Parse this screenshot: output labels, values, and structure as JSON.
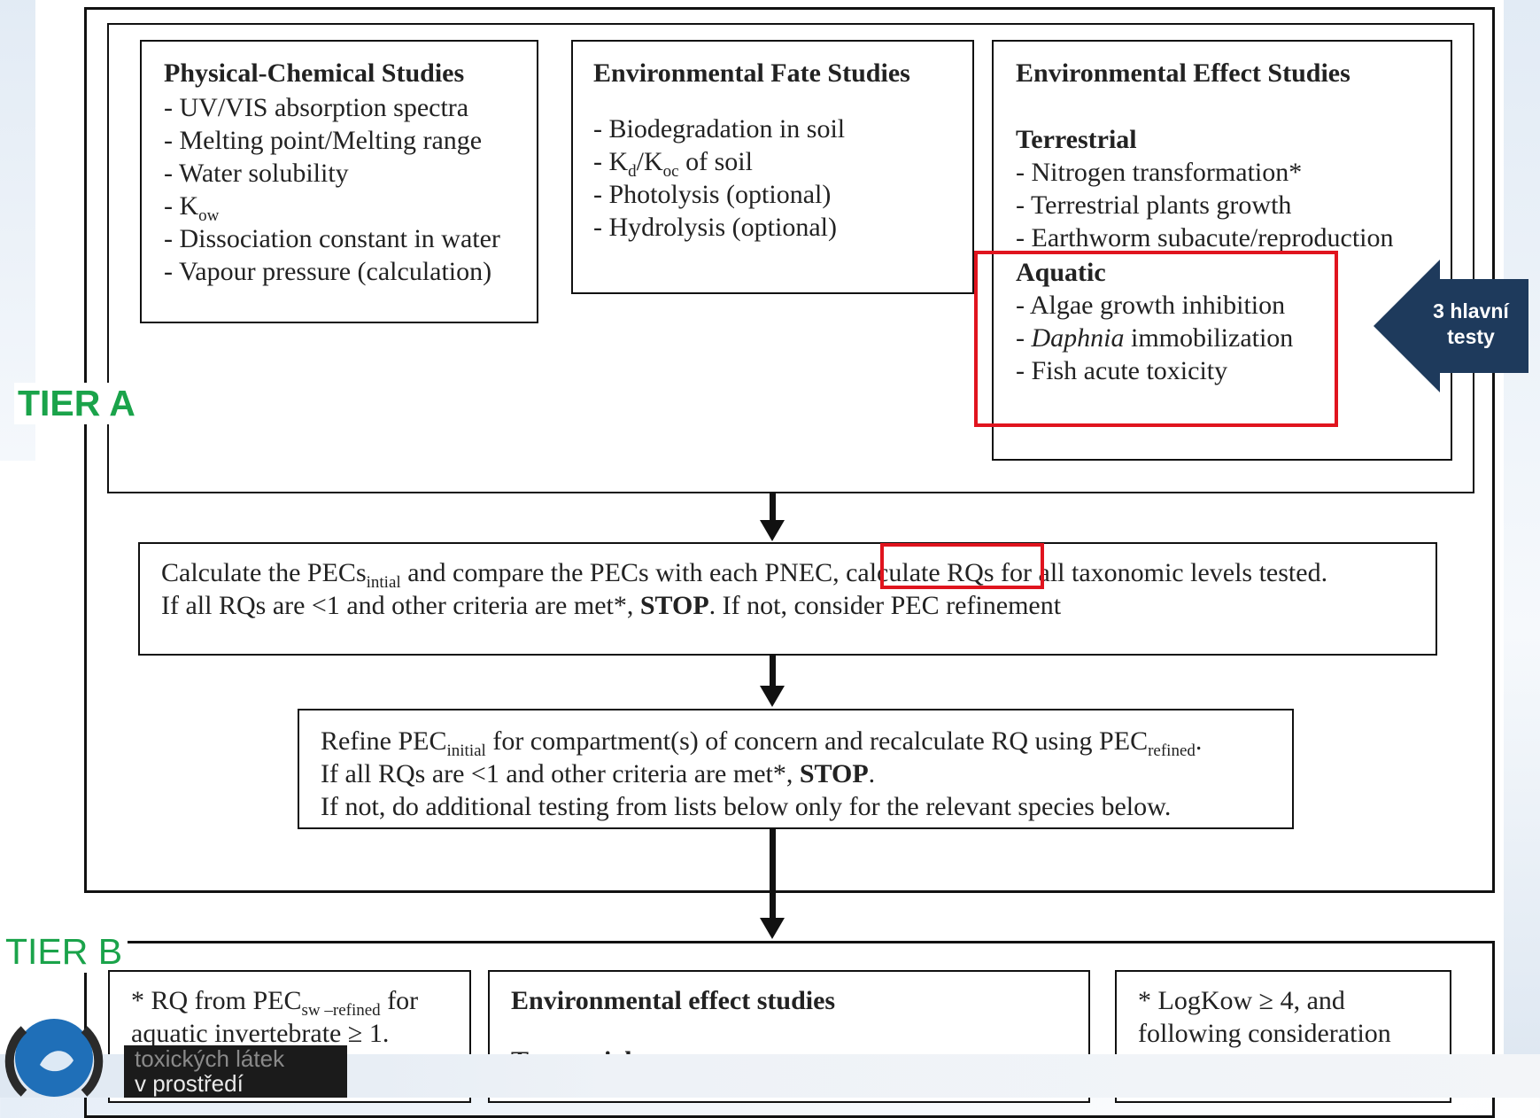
{
  "tier_a_label": "TIER A",
  "tier_b_label": "TIER B",
  "callout": {
    "line1": "3 hlavní",
    "line2": "testy",
    "color": "#1e3a5c"
  },
  "physchem": {
    "title": "Physical-Chemical Studies",
    "items": [
      "- UV/VIS absorption spectra",
      "- Melting point/Melting range",
      "- Water solubility",
      "- K",
      "- Dissociation constant in water",
      "- Vapour pressure (calculation)"
    ],
    "kow_sub": "ow"
  },
  "fate": {
    "title": "Environmental Fate Studies",
    "items": {
      "biodeg": "- Biodegradation in soil",
      "kd_prefix": "- K",
      "kd_sub": "d",
      "koc_mid": "/K",
      "koc_sub": "oc",
      "kd_suffix": " of soil",
      "photolysis": "- Photolysis (optional)",
      "hydrolysis": "- Hydrolysis (optional)"
    }
  },
  "effect": {
    "title": "Environmental Effect Studies",
    "terrestrial_title": "Terrestrial",
    "terrestrial_items": [
      "- Nitrogen transformation*",
      "- Terrestrial plants growth",
      "- Earthworm subacute/reproduction"
    ],
    "aquatic_title": "Aquatic",
    "aquatic_items": {
      "algae": "- Algae growth inhibition",
      "daphnia_dash": "- ",
      "daphnia_italic": "Daphnia",
      "daphnia_rest": " immobilization",
      "fish": "- Fish acute toxicity"
    }
  },
  "calc_box": {
    "l1_a": "Calculate the PECs",
    "l1_sub": "intial",
    "l1_b": " and compare the PECs with each PNEC, calculate RQs for all taxonomic levels tested.",
    "l2_a": "If all RQs are <1 and other criteria are met*, ",
    "l2_stop": "STOP",
    "l2_b": ".  If not, consider PEC refinement"
  },
  "refine_box": {
    "l1_a": "Refine PEC",
    "l1_sub1": "initial",
    "l1_b": " for compartment(s) of concern and recalculate RQ using PEC",
    "l1_sub2": "refined",
    "l1_c": ".",
    "l2_a": "If all RQs are <1 and other criteria are met*, ",
    "l2_stop": "STOP",
    "l2_b": ".",
    "l3": "If not, do additional testing from lists below only for the relevant species below."
  },
  "tier_b": {
    "left_a": "* RQ from PEC",
    "left_sub": "sw –refined",
    "left_b": " for",
    "left_l2": "aquatic invertebrate ≥ 1.",
    "mid_title": "Environmental effect studies",
    "mid_partial": "Terrestrial",
    "right_l1": "* LogKow ≥ 4, and",
    "right_l2": "following consideration"
  },
  "logo": {
    "line1": "toxických látek",
    "line2": "v prostředí"
  }
}
